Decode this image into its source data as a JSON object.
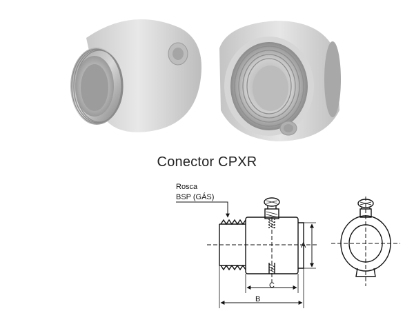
{
  "caption": "Conector CPXR",
  "labels": {
    "rosca_line1": "Rosca",
    "rosca_line2": "BSP (GÁS)"
  },
  "dimensions": {
    "a": "A",
    "b": "B",
    "c": "C"
  }
}
